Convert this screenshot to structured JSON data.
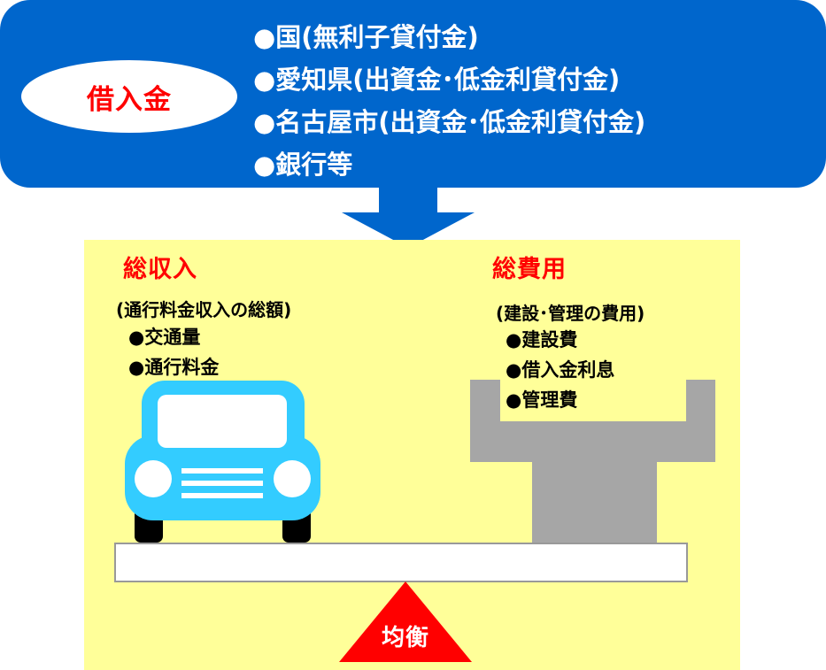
{
  "loan": {
    "label": "借入金",
    "sources": [
      "●国(無利子貸付金)",
      "●愛知県(出資金･低金利貸付金)",
      "●名古屋市(出資金･低金利貸付金)",
      "●銀行等"
    ]
  },
  "revenue": {
    "title": "総収入",
    "subtitle": "(通行料金収入の総額)",
    "items": [
      "●交通量",
      "●通行料金"
    ]
  },
  "cost": {
    "title": "総費用",
    "subtitle": "(建設･管理の費用)",
    "items": [
      "●建設費",
      "●借入金利息",
      "●管理費"
    ]
  },
  "balance": {
    "label": "均衡"
  },
  "colors": {
    "top_box": "#0066cc",
    "panel": "#ffff99",
    "title_text": "#ff0000",
    "car": "#33ccff",
    "bridge": "#a6a6a6",
    "fulcrum": "#ff0000"
  }
}
